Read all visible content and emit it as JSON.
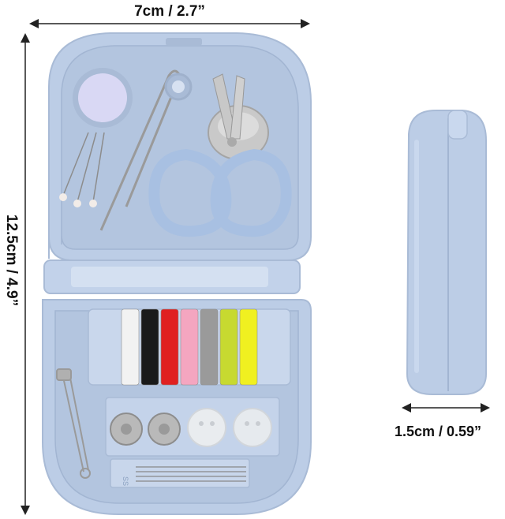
{
  "dimensions": {
    "width_label": "7cm / 2.7”",
    "height_label": "12.5cm / 4.9”",
    "depth_label": "1.5cm / 0.59”"
  },
  "thread_colors": [
    "#f2f2f2",
    "#1a1a1a",
    "#e02020",
    "#f4a6c0",
    "#9a9a9a",
    "#c7d930",
    "#f0f020"
  ],
  "case_color": "#bccde6",
  "case_edge_color": "#a9bbd6",
  "case_label": "SS"
}
